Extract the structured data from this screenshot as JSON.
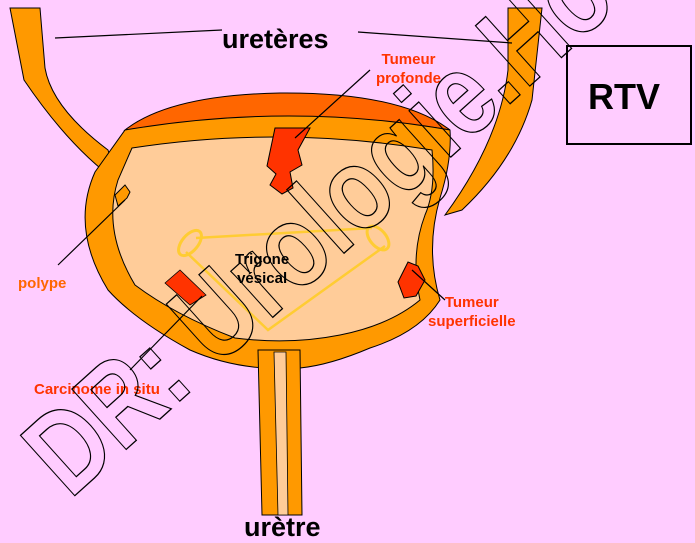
{
  "labels": {
    "ureteres": "uretères",
    "tumeur_profonde_1": "Tumeur",
    "tumeur_profonde_2": "profonde",
    "polype": "polype",
    "trigone_1": "Trigone",
    "trigone_2": "vésical",
    "tumeur_superficielle_1": "Tumeur",
    "tumeur_superficielle_2": "superficielle",
    "carcinome": "Carcinome in situ",
    "uretre": "urètre",
    "rtv": "RTV"
  },
  "watermark": "DR: Urologie.Ho",
  "colors": {
    "background": "#ffccff",
    "wall": "#ff9900",
    "inner": "#ffcc99",
    "dome": "#ff6600",
    "tumor": "#ff3300",
    "trigone": "#ffcc66"
  }
}
